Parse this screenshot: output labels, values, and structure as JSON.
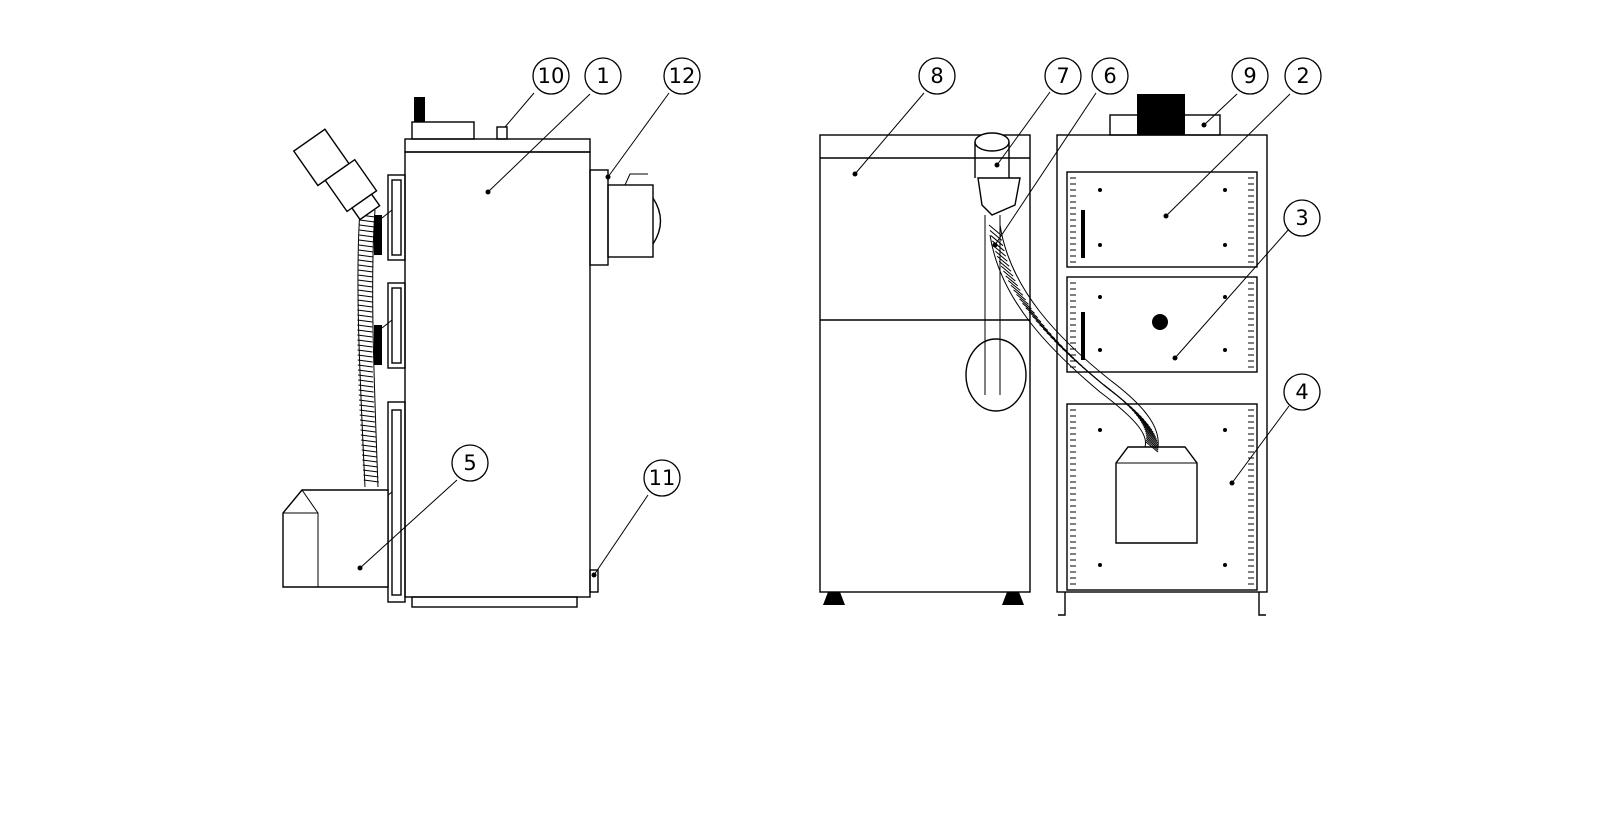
{
  "callouts": [
    {
      "id": "c10",
      "label": "10"
    },
    {
      "id": "c1",
      "label": "1"
    },
    {
      "id": "c12",
      "label": "12"
    },
    {
      "id": "c5",
      "label": "5"
    },
    {
      "id": "c11",
      "label": "11"
    },
    {
      "id": "c8",
      "label": "8"
    },
    {
      "id": "c7",
      "label": "7"
    },
    {
      "id": "c6",
      "label": "6"
    },
    {
      "id": "c9",
      "label": "9"
    },
    {
      "id": "c2",
      "label": "2"
    },
    {
      "id": "c3",
      "label": "3"
    },
    {
      "id": "c4",
      "label": "4"
    }
  ],
  "colors": {
    "line": "#000000",
    "background": "#ffffff"
  }
}
